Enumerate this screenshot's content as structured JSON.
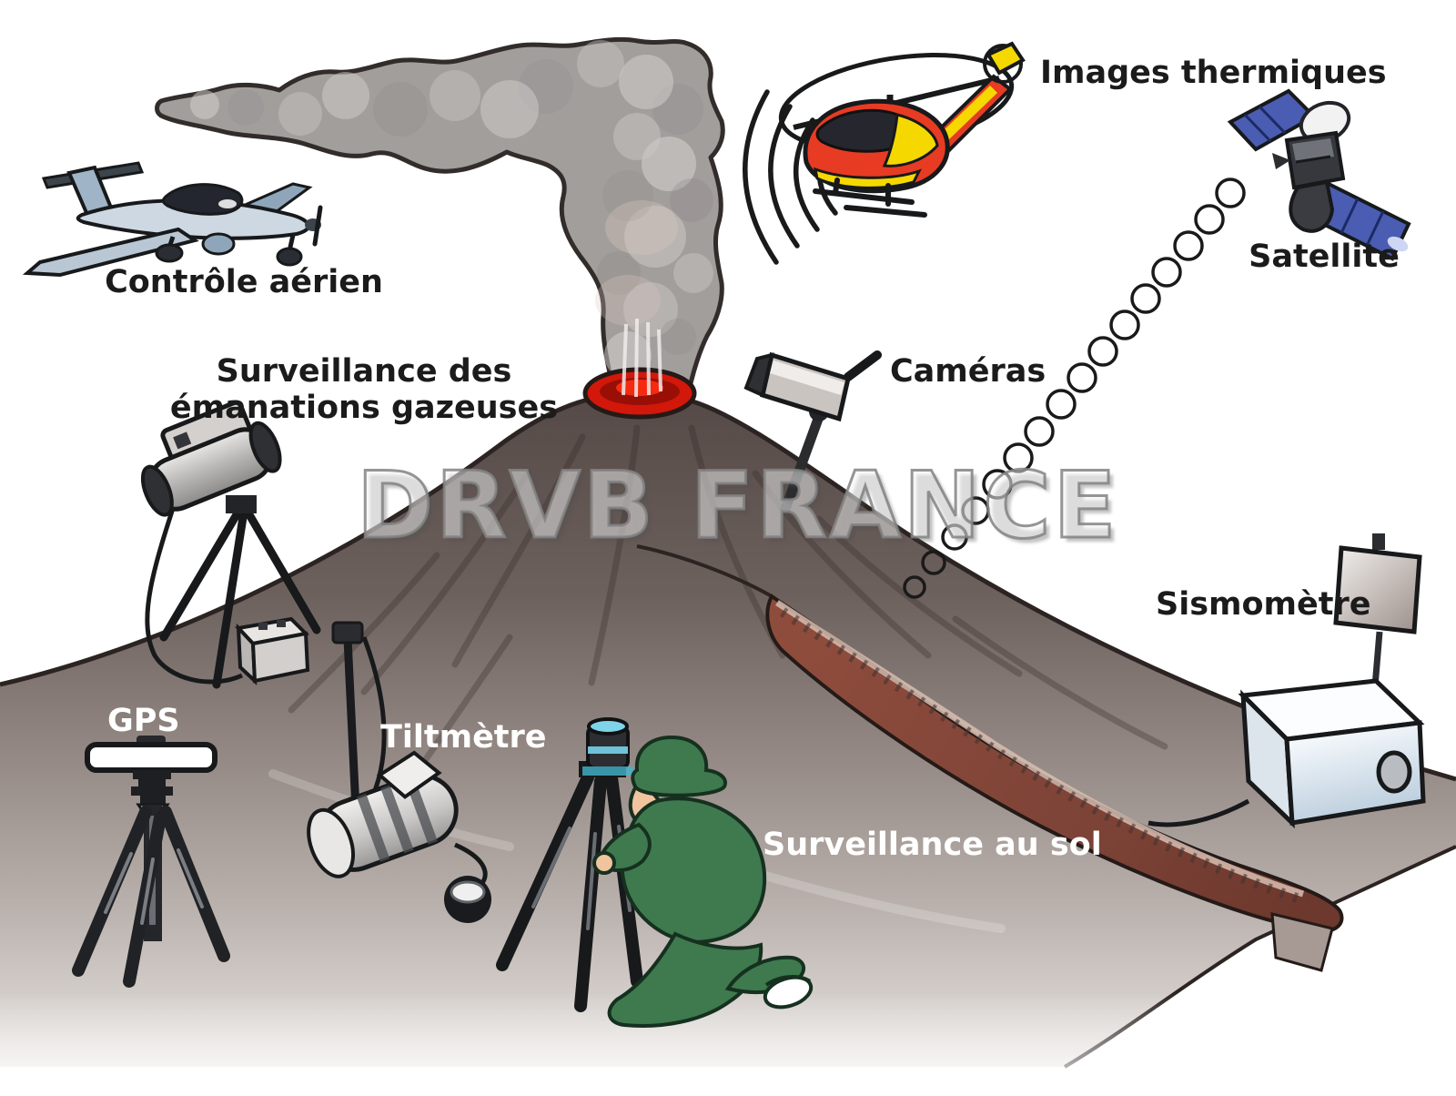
{
  "watermark": "DRVB FRANCE",
  "labels": {
    "aerial_control": "Contrôle aérien",
    "gas_monitoring_line1": "Surveillance des",
    "gas_monitoring_line2": "émanations gazeuses",
    "thermal_images": "Images thermiques",
    "satellite": "Satellite",
    "cameras": "Caméras",
    "seismometer": "Sismomètre",
    "gps": "GPS",
    "tiltmeter": "Tiltmètre",
    "ground_monitoring": "Surveillance au sol"
  },
  "colors": {
    "background": "#ffffff",
    "volcano_dark": "#564b48",
    "volcano_light": "#e6e2df",
    "smoke_gray": "#a29e9c",
    "crater_lava_red": "#d2170b",
    "lava_flow_brown": "#7d4337",
    "helicopter_red": "#e73b24",
    "helicopter_yellow": "#f5d800",
    "solar_panel_blue": "#4a5db2",
    "observer_green": "#3e7a4e",
    "instrument_cyan": "#7fd4e8",
    "outline_ink": "#17191b",
    "label_dark": "#1b1b1b",
    "label_light": "#ffffff"
  }
}
